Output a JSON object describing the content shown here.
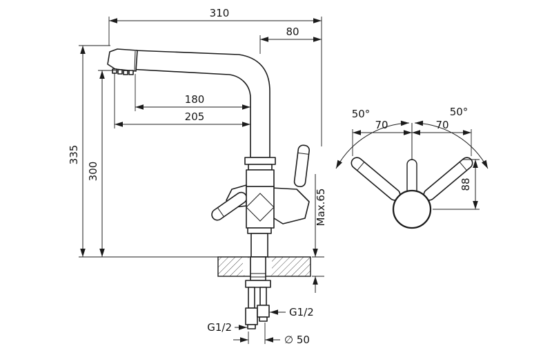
{
  "side_view": {
    "dims": {
      "total_width": "310",
      "offset_width": "80",
      "reach_inner": "180",
      "reach_outer": "205",
      "total_height": "335",
      "spout_height": "300",
      "counter_thickness": "Max.65",
      "thread_left": "G1/2",
      "thread_right": "G1/2",
      "hole_diameter": "∅ 50"
    }
  },
  "top_view": {
    "dims": {
      "angle_left": "50°",
      "angle_right": "50°",
      "half_span_left": "70",
      "half_span_right": "70",
      "handle_depth": "88"
    }
  }
}
